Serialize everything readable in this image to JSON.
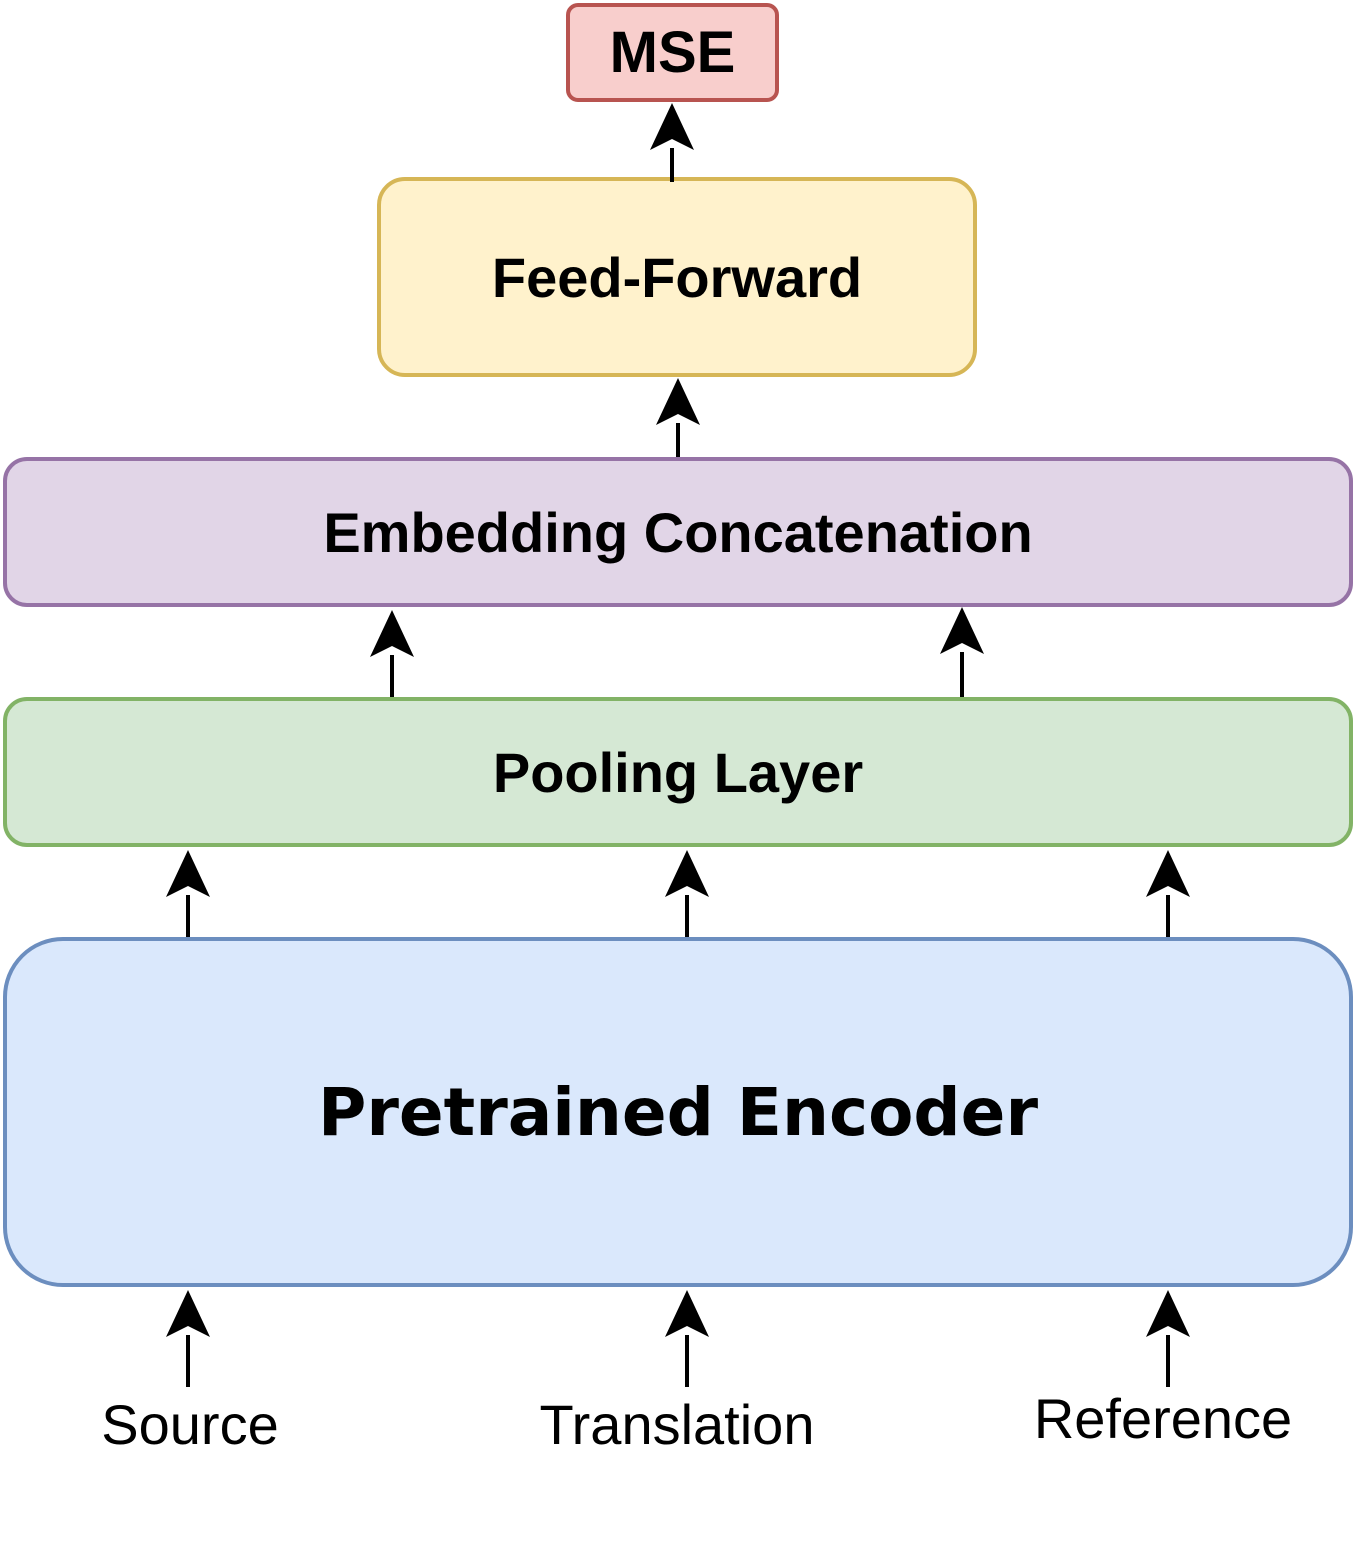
{
  "colors": {
    "mse_fill": "#f8cecc",
    "feed_forward_fill": "#fff2cc",
    "concat_fill": "#e1d5e7",
    "pooling_fill": "#d5e8d4",
    "encoder_fill": "#dae8fc"
  },
  "nodes": {
    "mse": "MSE",
    "feed_forward": "Feed-Forward",
    "embedding_concatenation": "Embedding Concatenation",
    "pooling_layer": "Pooling Layer",
    "pretrained_encoder": "Pretrained Encoder"
  },
  "inputs": {
    "source": "Source",
    "translation": "Translation",
    "reference": "Reference"
  }
}
